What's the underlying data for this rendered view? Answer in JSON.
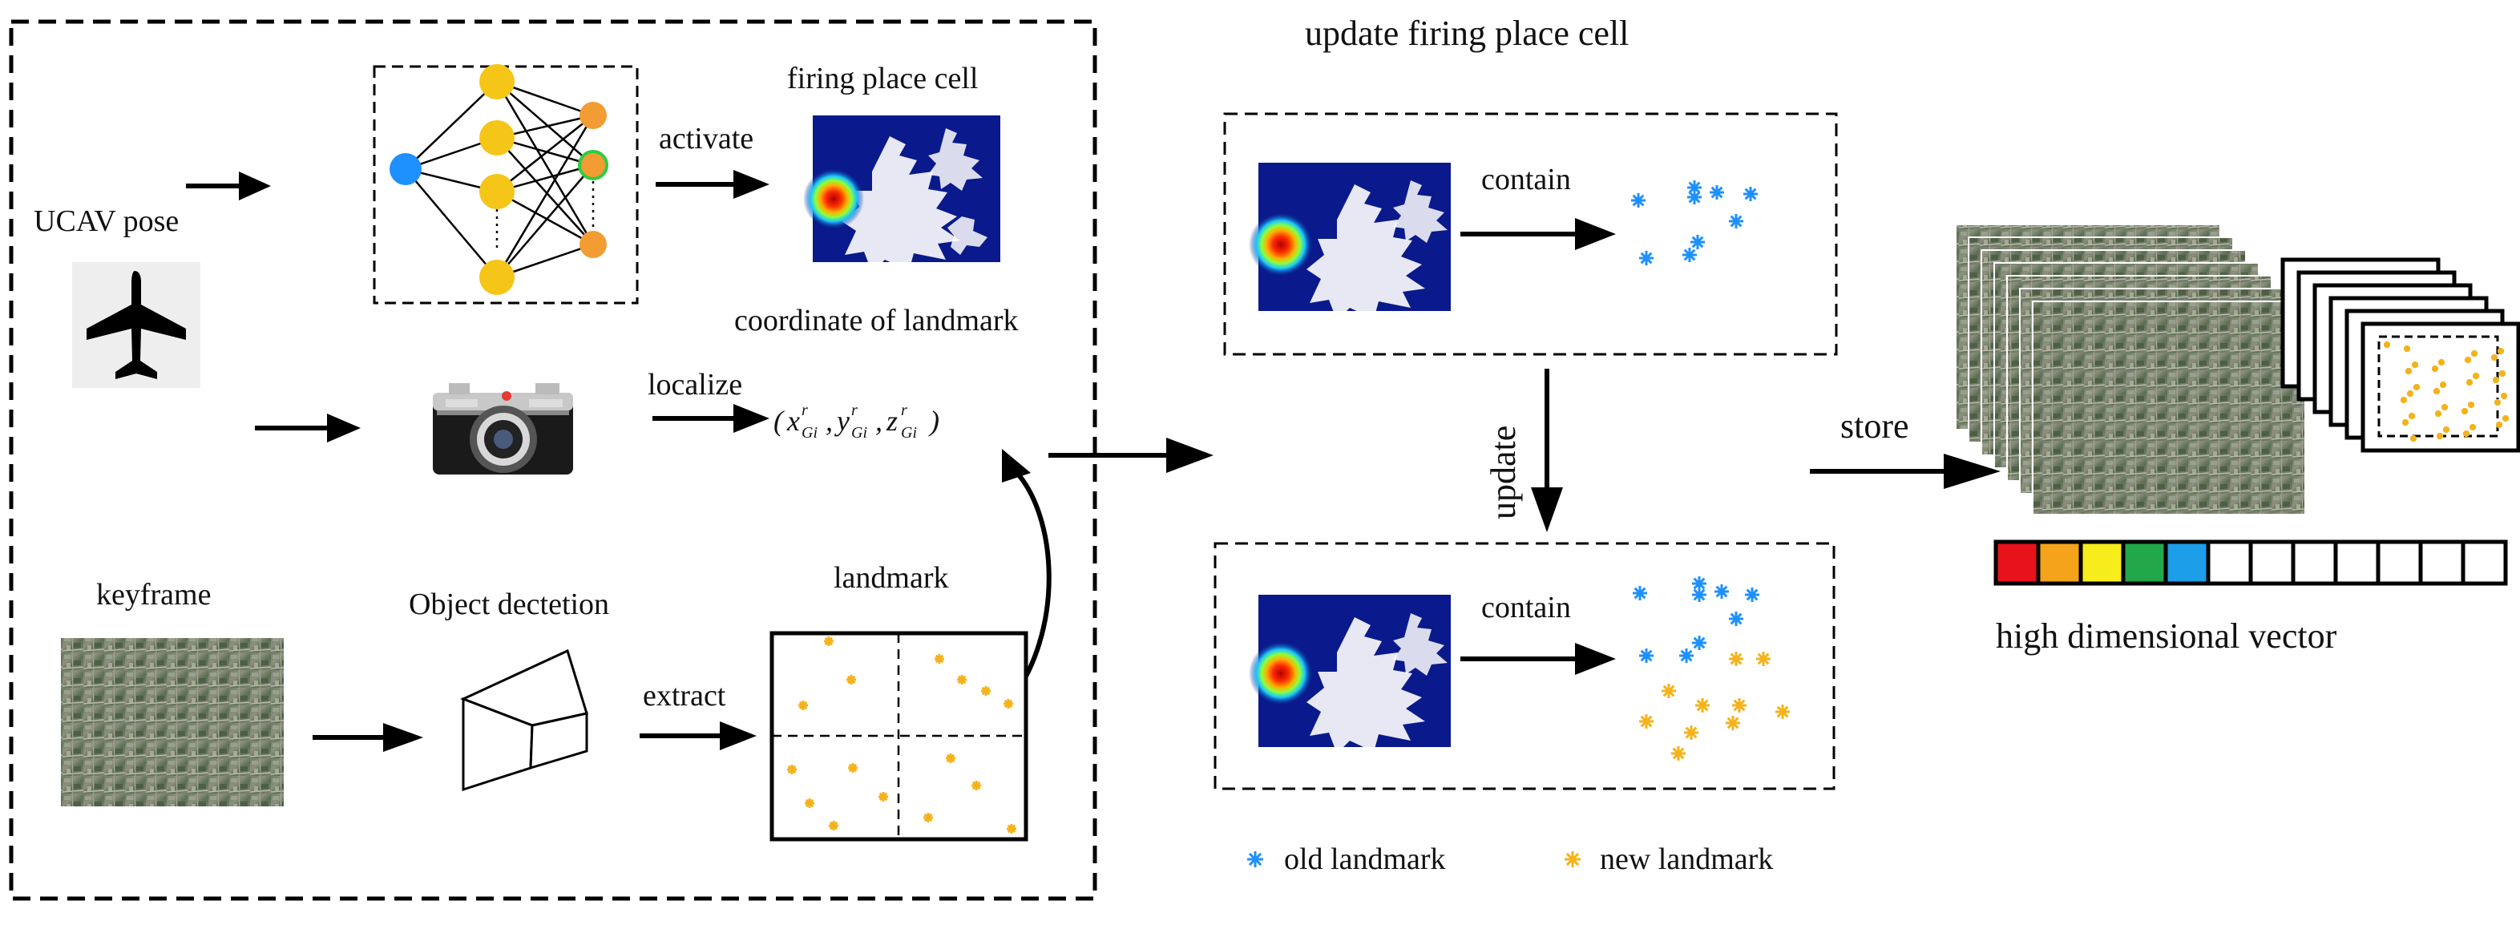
{
  "labels": {
    "ucav_pose": "UCAV pose",
    "keyframe": "keyframe",
    "activate": "activate",
    "firing_place_cell": "firing place cell",
    "coordinate_of_landmark": "coordinate of landmark",
    "localize": "localize",
    "object_detection": "Object dectetion",
    "extract": "extract",
    "landmark": "landmark",
    "update_firing_place_cell": "update firing place cell",
    "contain_top": "contain",
    "contain_bottom": "contain",
    "update": "update",
    "store": "store",
    "high_dimensional_vector": "high dimensional vector"
  },
  "coordinate_formula": {
    "vars": [
      "x",
      "y",
      "z"
    ],
    "superscript": "r",
    "subscript": "Gi"
  },
  "legend": {
    "old_landmark": "old landmark",
    "new_landmark": "new landmark"
  },
  "colors": {
    "old_landmark": "#1e90ff",
    "new_landmark": "#f5b21a",
    "neuron_input": "#1e90ff",
    "neuron_hidden": "#f5c518",
    "neuron_output": "#f39c34",
    "neuron_output_ring": "#2ecc40",
    "heatmap_bg": "#0a1a8c"
  },
  "vector_cells": [
    "#e8121b",
    "#f5a31a",
    "#f7ec1c",
    "#22a84a",
    "#1c9ee8",
    "#ffffff",
    "#ffffff",
    "#ffffff",
    "#ffffff",
    "#ffffff",
    "#ffffff",
    "#ffffff"
  ]
}
